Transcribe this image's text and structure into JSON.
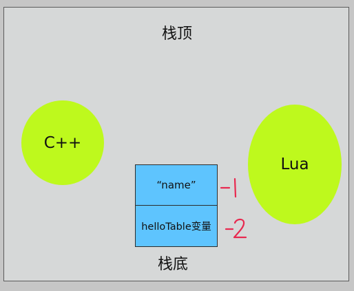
{
  "diagram": {
    "stack_top_label": "栈顶",
    "stack_bottom_label": "栈底",
    "cpp_label": "C++",
    "lua_label": "Lua",
    "slots": [
      {
        "text": "“name”",
        "index": "-1"
      },
      {
        "text": "helloTable变量",
        "index": "-2"
      }
    ]
  },
  "colors": {
    "ellipse_fill": "#bef91d",
    "slot_fill": "#5ec4fe",
    "index_mark": "#e8294f",
    "background": "#d6d8d8"
  }
}
